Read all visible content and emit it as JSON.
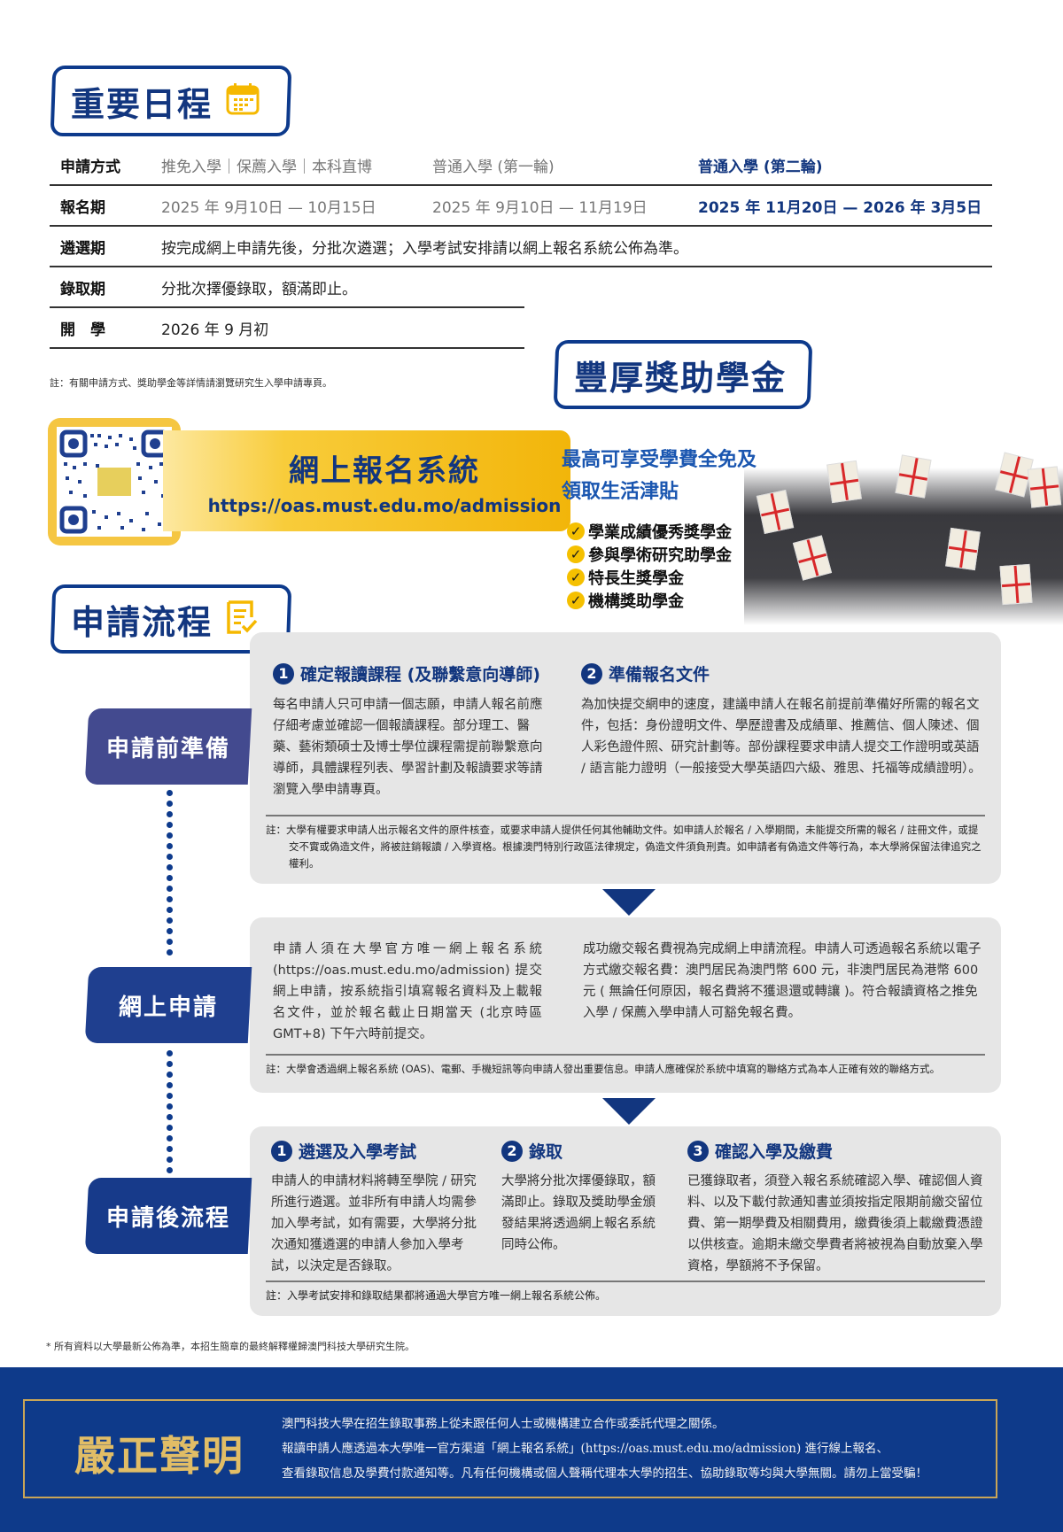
{
  "schedule": {
    "title": "重要日程",
    "icon": "calendar-icon",
    "rows": [
      {
        "label": "申請方式",
        "cols": [
          "推免入學｜保薦入學｜本科直博",
          "普通入學 (第一輪)",
          "普通入學 (第二輪)"
        ]
      },
      {
        "label": "報名期",
        "cols": [
          "2025 年 9月10日 — 10月15日",
          "2025 年 9月10日 — 11月19日",
          "2025 年 11月20日 — 2026 年 3月5日"
        ]
      },
      {
        "label": "遴選期",
        "text": "按完成網上申請先後，分批次遴選；入學考試安排請以網上報名系統公佈為準。"
      },
      {
        "label": "錄取期",
        "text": "分批次擇優錄取，額滿即止。"
      },
      {
        "label": "開　學",
        "text": "2026 年 9 月初"
      }
    ],
    "note": "註：有關申請方式、獎助學金等詳情請瀏覽研究生入學申請專頁。"
  },
  "online_system": {
    "title": "網上報名系統",
    "url": "https://oas.must.edu.mo/admission",
    "qr_icon": "qr-code-icon"
  },
  "scholarship": {
    "title": "豐厚獎助學金",
    "headline_1": "最高可享受學費全免及",
    "headline_2": "領取生活津貼",
    "items": [
      "學業成績優秀獎學金",
      "參與學術研究助學金",
      "特長生獎學金",
      "機構獎助學金"
    ],
    "check_glyph": "✓"
  },
  "process": {
    "title": "申請流程",
    "icon": "checklist-icon",
    "stages": [
      {
        "label": "申請前準備",
        "color": "#434a8f",
        "steps": [
          {
            "num": "1",
            "title": "確定報讀課程 (及聯繫意向導師)",
            "text": "每名申請人只可申請一個志願，申請人報名前應仔細考慮並確認一個報讀課程。部分理工、醫藥、藝術類碩士及博士學位課程需提前聯繫意向導師，具體課程列表、學習計劃及報讀要求等請瀏覽入學申請專頁。"
          },
          {
            "num": "2",
            "title": "準備報名文件",
            "text": "為加快提交網申的速度，建議申請人在報名前提前準備好所需的報名文件，包括：身份證明文件、學歷證書及成績單、推薦信、個人陳述、個人彩色證件照、研究計劃等。部份課程要求申請人提交工作證明或英語 / 語言能力證明（一般接受大學英語四六級、雅思、托福等成績證明）。"
          }
        ],
        "note": "註：大學有權要求申請人出示報名文件的原件核查，或要求申請人提供任何其他輔助文件。如申請人於報名 / 入學期間，未能提交所需的報名 / 註冊文件，或提交不實或偽造文件，將被註銷報讀 / 入學資格。根據澳門特別行政區法律規定，偽造文件須負刑責。如申請者有偽造文件等行為，本大學將保留法律追究之權利。"
      },
      {
        "label": "網上申請",
        "color": "#1f3f8f",
        "steps": [
          {
            "text": "申請人須在大學官方唯一網上報名系統 (https://oas.must.edu.mo/admission) 提交網上申請，按系統指引填寫報名資料及上載報名文件，並於報名截止日期當天 (北京時區 GMT+8) 下午六時前提交。"
          },
          {
            "text": "成功繳交報名費視為完成網上申請流程。申請人可透過報名系統以電子方式繳交報名費：澳門居民為澳門幣 600 元，非澳門居民為港幣 600 元 ( 無論任何原因，報名費將不獲退還或轉讓 )。符合報讀資格之推免入學 / 保薦入學申請人可豁免報名費。"
          }
        ],
        "note": "註：大學會透過網上報名系統 (OAS)、電郵、手機短訊等向申請人發出重要信息。申請人應確保於系統中填寫的聯絡方式為本人正確有效的聯絡方式。"
      },
      {
        "label": "申請後流程",
        "color": "#173a8a",
        "steps": [
          {
            "num": "1",
            "title": "遴選及入學考試",
            "text": "申請人的申請材料將轉至學院 / 研究所進行遴選。並非所有申請人均需參加入學考試，如有需要，大學將分批次通知獲遴選的申請人參加入學考試，以決定是否錄取。"
          },
          {
            "num": "2",
            "title": "錄取",
            "text": "大學將分批次擇優錄取，額滿即止。錄取及獎助學金頒發結果將透過網上報名系統同時公佈。"
          },
          {
            "num": "3",
            "title": "確認入學及繳費",
            "text": "已獲錄取者，須登入報名系統確認入學、確認個人資料、以及下載付款通知書並須按指定限期前繳交留位費、第一期學費及相關費用，繳費後須上載繳費憑證以供核查。逾期未繳交學費者將被視為自動放棄入學資格，學額將不予保留。"
          }
        ],
        "note": "註：入學考試安排和錄取結果都將通過大學官方唯一網上報名系統公佈。"
      }
    ]
  },
  "disclaimer": "* 所有資料以大學最新公佈為準，本招生簡章的最終解釋權歸澳門科技大學研究生院。",
  "footer": {
    "title": "嚴正聲明",
    "lines": [
      "澳門科技大學在招生錄取事務上從未跟任何人士或機構建立合作或委託代理之關係。",
      "報讀申請人應透過本大學唯一官方渠道「網上報名系統」(https://oas.must.edu.mo/admission) 進行線上報名、",
      "查看錄取信息及學費付款通知等。凡有任何機構或個人聲稱代理本大學的招生、協助錄取等均與大學無關。請勿上當受騙！"
    ]
  },
  "colors": {
    "brand_blue": "#12367f",
    "accent_yellow": "#f5c000",
    "card_gray": "#e6e6e6",
    "footer_blue": "#0e3a8a",
    "gold": "#e1bd66"
  }
}
